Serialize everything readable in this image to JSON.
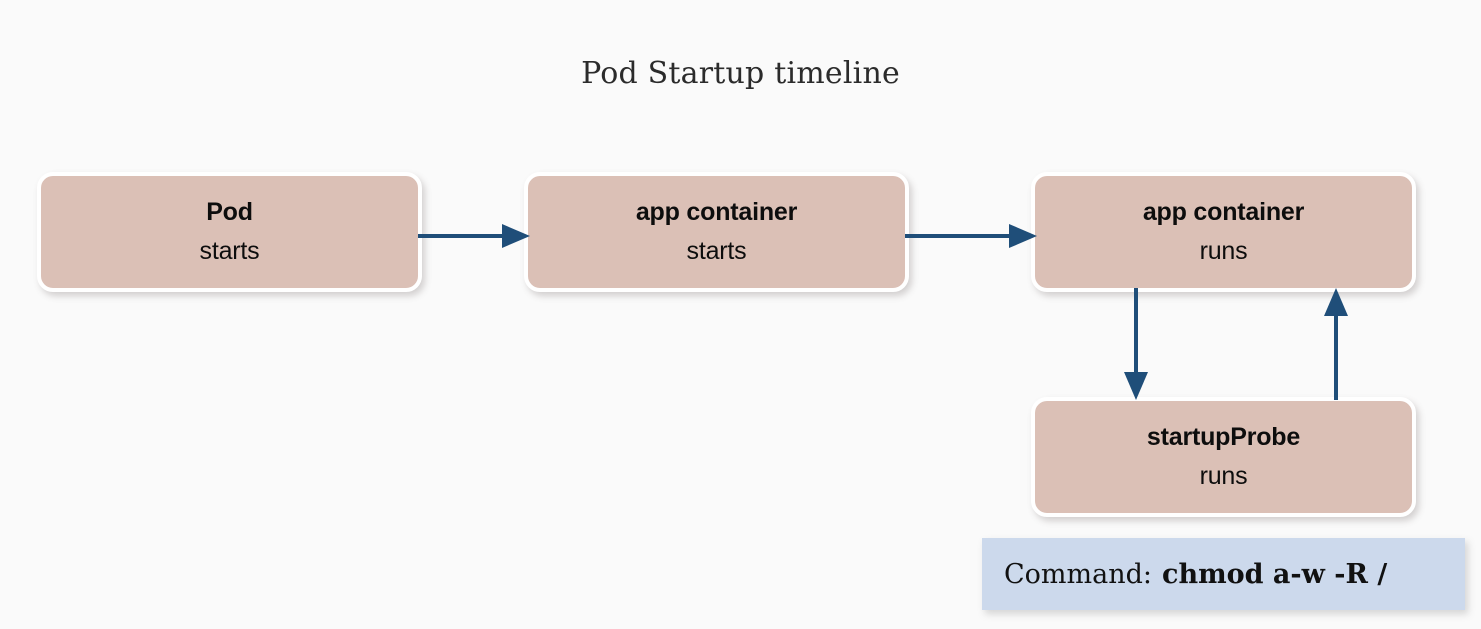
{
  "title": "Pod Startup timeline",
  "colors": {
    "background": "#fafafa",
    "node_fill": "#dbc0b6",
    "node_border": "#ffffff",
    "arrow": "#1f4e79",
    "callout_fill": "#ccd9ec",
    "text": "#0d0d0d"
  },
  "nodes": [
    {
      "id": "pod",
      "line1": "Pod",
      "line2": "starts"
    },
    {
      "id": "app-starts",
      "line1": "app container",
      "line2": "starts"
    },
    {
      "id": "app-runs",
      "line1": "app container",
      "line2": "runs"
    },
    {
      "id": "probe",
      "line1": "startupProbe",
      "line2": "runs"
    }
  ],
  "arrows": [
    {
      "id": "pod-to-app-starts",
      "direction": "right"
    },
    {
      "id": "app-starts-to-runs",
      "direction": "right"
    },
    {
      "id": "app-runs-to-probe",
      "direction": "down"
    },
    {
      "id": "probe-to-app-runs",
      "direction": "up"
    }
  ],
  "callout": {
    "label": "Command:",
    "command": "chmod a-w -R /"
  }
}
